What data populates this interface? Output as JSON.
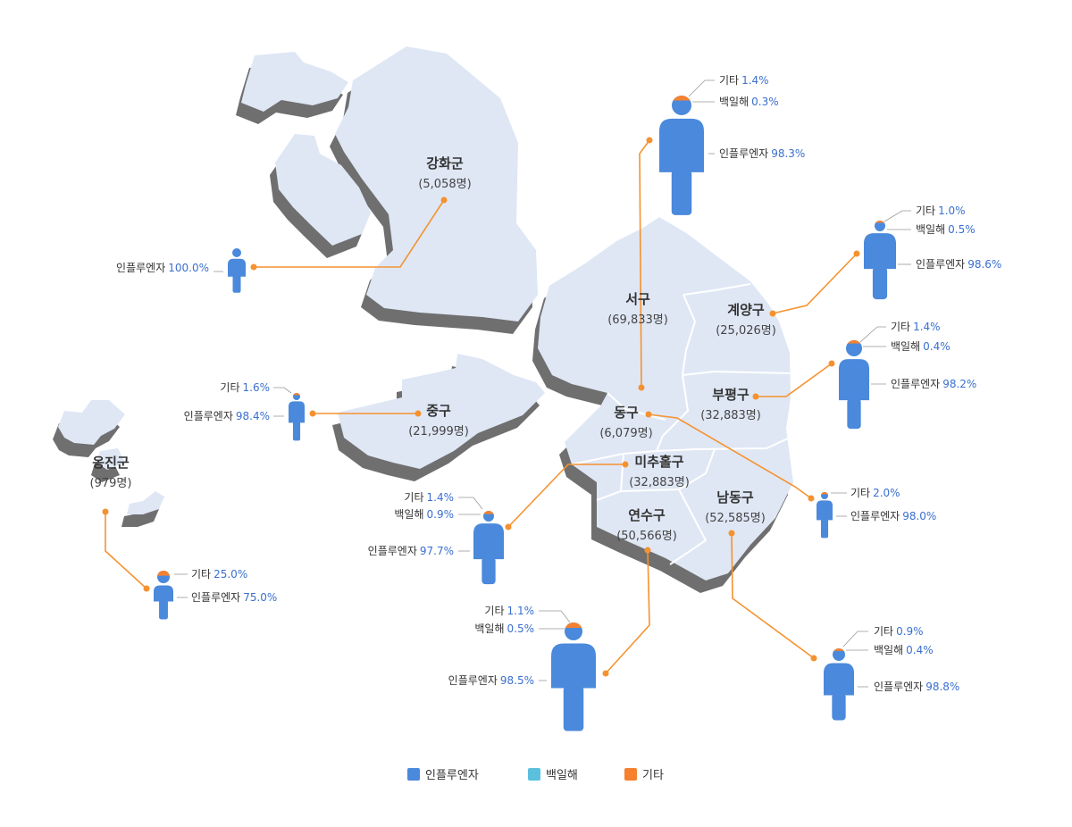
{
  "colors": {
    "influenza": "#4a89dc",
    "pertussis": "#5bc0de",
    "other": "#f5812f",
    "land": "#dfe7f5",
    "land_shadow": "#6f6f6f",
    "border": "#ffffff",
    "leader": "#f5922f"
  },
  "icon": "person-icon",
  "legend": [
    {
      "label": "인플루엔자",
      "color": "#4a89dc"
    },
    {
      "label": "백일해",
      "color": "#5bc0de"
    },
    {
      "label": "기타",
      "color": "#f5812f"
    }
  ],
  "districts": [
    {
      "name": "강화군",
      "count": "(5,058명)",
      "stats": [
        {
          "label": "인플루엔자",
          "value": "100.0%"
        }
      ]
    },
    {
      "name": "서구",
      "count": "(69,833명)",
      "stats": [
        {
          "label": "기타",
          "value": "1.4%"
        },
        {
          "label": "백일해",
          "value": "0.3%"
        },
        {
          "label": "인플루엔자",
          "value": "98.3%"
        }
      ]
    },
    {
      "name": "계양구",
      "count": "(25,026명)",
      "stats": [
        {
          "label": "기타",
          "value": "1.0%"
        },
        {
          "label": "백일해",
          "value": "0.5%"
        },
        {
          "label": "인플루엔자",
          "value": "98.6%"
        }
      ]
    },
    {
      "name": "부평구",
      "count": "(32,883명)",
      "stats": [
        {
          "label": "기타",
          "value": "1.4%"
        },
        {
          "label": "백일해",
          "value": "0.4%"
        },
        {
          "label": "인플루엔자",
          "value": "98.2%"
        }
      ]
    },
    {
      "name": "중구",
      "count": "(21,999명)",
      "stats": [
        {
          "label": "기타",
          "value": "1.6%"
        },
        {
          "label": "인플루엔자",
          "value": "98.4%"
        }
      ]
    },
    {
      "name": "동구",
      "count": "(6,079명)",
      "stats": [
        {
          "label": "기타",
          "value": "2.0%"
        },
        {
          "label": "인플루엔자",
          "value": "98.0%"
        }
      ]
    },
    {
      "name": "미추홀구",
      "count": "(32,883명)",
      "stats": [
        {
          "label": "기타",
          "value": "1.4%"
        },
        {
          "label": "백일해",
          "value": "0.9%"
        },
        {
          "label": "인플루엔자",
          "value": "97.7%"
        }
      ]
    },
    {
      "name": "옹진군",
      "count": "(979명)",
      "stats": [
        {
          "label": "기타",
          "value": "25.0%"
        },
        {
          "label": "인플루엔자",
          "value": "75.0%"
        }
      ]
    },
    {
      "name": "연수구",
      "count": "(50,566명)",
      "stats": [
        {
          "label": "기타",
          "value": "1.1%"
        },
        {
          "label": "백일해",
          "value": "0.5%"
        },
        {
          "label": "인플루엔자",
          "value": "98.5%"
        }
      ]
    },
    {
      "name": "남동구",
      "count": "(52,585명)",
      "stats": [
        {
          "label": "기타",
          "value": "0.9%"
        },
        {
          "label": "백일해",
          "value": "0.4%"
        },
        {
          "label": "인플루엔자",
          "value": "98.8%"
        }
      ]
    }
  ]
}
